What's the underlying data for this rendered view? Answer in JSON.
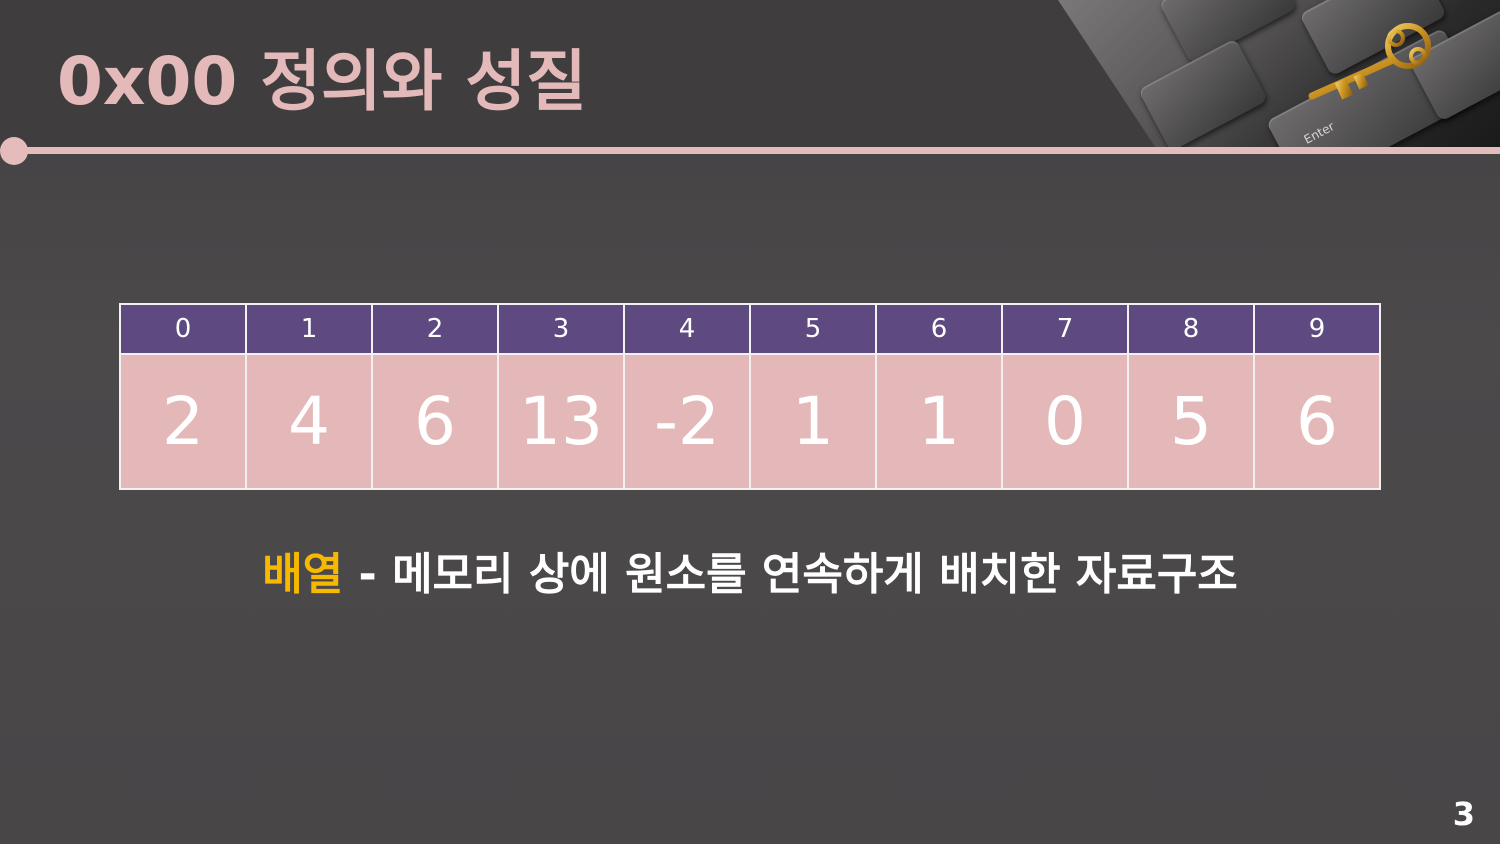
{
  "slide": {
    "title": "0x00  정의와 성질",
    "page_number": "3"
  },
  "header_image": {
    "description_icon": "keyboard-with-golden-key-photo",
    "key_label": "Enter"
  },
  "array": {
    "indices": [
      "0",
      "1",
      "2",
      "3",
      "4",
      "5",
      "6",
      "7",
      "8",
      "9"
    ],
    "values": [
      "2",
      "4",
      "6",
      "13",
      "-2",
      "1",
      "1",
      "0",
      "5",
      "6"
    ]
  },
  "caption": {
    "term": "배열",
    "definition": " - 메모리 상에 원소를 연속하게 배치한 자료구조"
  },
  "colors": {
    "background": "#4a4849",
    "accent_pink": "#e3b9b9",
    "header_row": "#5e4a80",
    "value_cell": "#e4b8b8",
    "term_highlight": "#f6b800"
  }
}
